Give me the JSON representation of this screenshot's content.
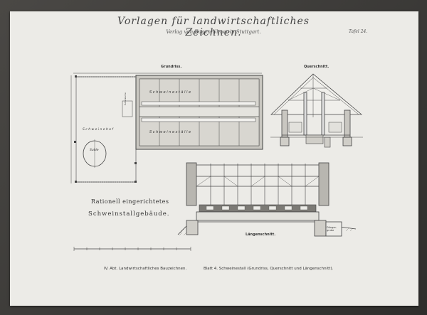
{
  "sheet": {
    "title": "Vorlagen für landwirtschaftliches Zeichnen.",
    "publisher": "Verlag von Eugen Ulmer in Stuttgart.",
    "plate": "Tafel 24."
  },
  "drawings": {
    "floor_plan_label": "Grundriss.",
    "cross_section_label": "Querschnitt.",
    "long_section_label": "Längenschnitt.",
    "room_stalls_top": "S c h w e i n e s t ä l l e",
    "room_stalls_bottom": "S c h w e i n e s t ä l l e",
    "room_yard": "S c h w e i n e h o f",
    "room_wallow": "Suhle",
    "room_feed": "Futterküche",
    "room_manure": "Dünger-grube"
  },
  "caption": {
    "line1": "Rationell eingerichtetes",
    "line2": "Schweinstallgebäude."
  },
  "footer": {
    "left": "IV. Abt.  Landwirtschaftliches Bauzeichnen.",
    "right": "Blatt 4.  Schweinestall (Grundriss, Querschnitt und Längenschnitt)."
  }
}
